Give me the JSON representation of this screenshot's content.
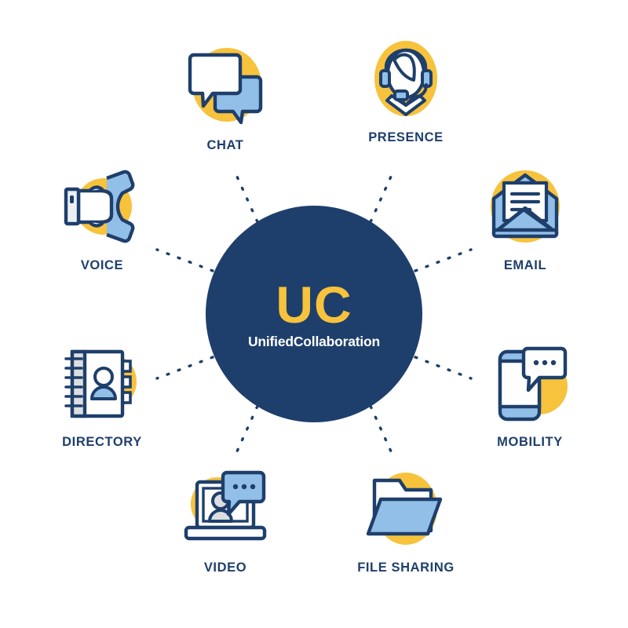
{
  "diagram": {
    "title": "Unified Communications wheel diagram",
    "background_color": "#ffffff",
    "palette": {
      "navy": "#1e3f6b",
      "yellow": "#f7c23c",
      "light_blue": "#92bfe8",
      "white": "#ffffff",
      "grey": "#dcdee0"
    },
    "hub": {
      "acronym": "UC",
      "subtitle": "UnifiedCollaboration",
      "fill_color": "#1e3f6b",
      "acronym_color": "#f7c23c",
      "subtitle_color": "#ffffff"
    },
    "connector": {
      "style": "dashed",
      "color": "#1e3f6b",
      "count": 8
    },
    "nodes": [
      {
        "id": "chat",
        "label": "CHAT",
        "icon": "chat-bubbles-icon",
        "angle_deg": 270
      },
      {
        "id": "presence",
        "label": "PRESENCE",
        "icon": "headset-agent-icon",
        "angle_deg": 315
      },
      {
        "id": "email",
        "label": "EMAIL",
        "icon": "open-envelope-icon",
        "angle_deg": 0
      },
      {
        "id": "mobility",
        "label": "MOBILITY",
        "icon": "smartphone-chat-icon",
        "angle_deg": 45
      },
      {
        "id": "file_sharing",
        "label": "FILE SHARING",
        "icon": "open-folder-icon",
        "angle_deg": 90
      },
      {
        "id": "video",
        "label": "VIDEO",
        "icon": "laptop-video-icon",
        "angle_deg": 135
      },
      {
        "id": "directory",
        "label": "DIRECTORY",
        "icon": "address-book-icon",
        "angle_deg": 180
      },
      {
        "id": "voice",
        "label": "VOICE",
        "icon": "handset-in-hand-icon",
        "angle_deg": 225
      }
    ]
  }
}
